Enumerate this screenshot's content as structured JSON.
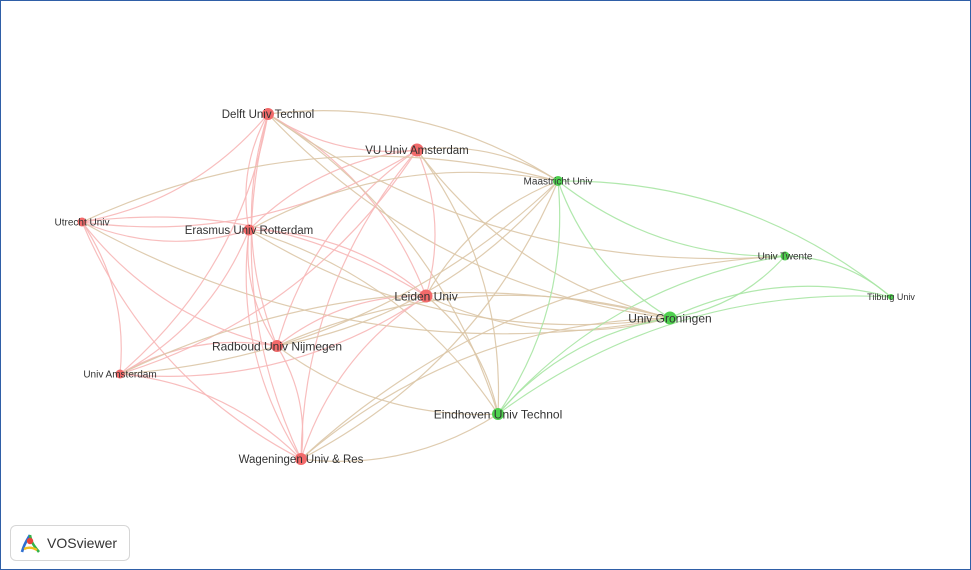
{
  "brand": {
    "name": "VOSviewer",
    "icon": "vosviewer-logo-icon"
  },
  "colors": {
    "cluster_red": "#f26a6a",
    "cluster_green": "#4fd04f",
    "edge_red": "#f7b7b7",
    "edge_green": "#a9e6a4",
    "edge_mixed": "#dcc7a7",
    "border": "#2f5fa7"
  },
  "network": {
    "nodes": [
      {
        "id": "delft",
        "label": "Delft Univ Technol",
        "cluster": "red"
      },
      {
        "id": "vu",
        "label": "VU Univ Amsterdam",
        "cluster": "red"
      },
      {
        "id": "utrecht",
        "label": "Utrecht Univ",
        "cluster": "red"
      },
      {
        "id": "erasmus",
        "label": "Erasmus Univ Rotterdam",
        "cluster": "red"
      },
      {
        "id": "leiden",
        "label": "Leiden Univ",
        "cluster": "red"
      },
      {
        "id": "radboud",
        "label": "Radboud Univ Nijmegen",
        "cluster": "red"
      },
      {
        "id": "uva",
        "label": "Univ Amsterdam",
        "cluster": "red"
      },
      {
        "id": "wageningen",
        "label": "Wageningen Univ & Res",
        "cluster": "red"
      },
      {
        "id": "maastricht",
        "label": "Maastricht Univ",
        "cluster": "green"
      },
      {
        "id": "twente",
        "label": "Univ Twente",
        "cluster": "green"
      },
      {
        "id": "tilburg",
        "label": "Tilburg Univ",
        "cluster": "green"
      },
      {
        "id": "groningen",
        "label": "Univ Groningen",
        "cluster": "green"
      },
      {
        "id": "eindhoven",
        "label": "Eindhoven Univ Technol",
        "cluster": "green"
      }
    ],
    "links": [
      [
        "delft",
        "vu"
      ],
      [
        "delft",
        "utrecht"
      ],
      [
        "delft",
        "erasmus"
      ],
      [
        "delft",
        "leiden"
      ],
      [
        "delft",
        "radboud"
      ],
      [
        "delft",
        "uva"
      ],
      [
        "delft",
        "wageningen"
      ],
      [
        "delft",
        "maastricht"
      ],
      [
        "delft",
        "groningen"
      ],
      [
        "delft",
        "eindhoven"
      ],
      [
        "delft",
        "twente"
      ],
      [
        "vu",
        "utrecht"
      ],
      [
        "vu",
        "erasmus"
      ],
      [
        "vu",
        "leiden"
      ],
      [
        "vu",
        "radboud"
      ],
      [
        "vu",
        "uva"
      ],
      [
        "vu",
        "wageningen"
      ],
      [
        "vu",
        "maastricht"
      ],
      [
        "vu",
        "groningen"
      ],
      [
        "vu",
        "eindhoven"
      ],
      [
        "utrecht",
        "erasmus"
      ],
      [
        "utrecht",
        "leiden"
      ],
      [
        "utrecht",
        "radboud"
      ],
      [
        "utrecht",
        "uva"
      ],
      [
        "utrecht",
        "wageningen"
      ],
      [
        "utrecht",
        "maastricht"
      ],
      [
        "utrecht",
        "groningen"
      ],
      [
        "erasmus",
        "leiden"
      ],
      [
        "erasmus",
        "radboud"
      ],
      [
        "erasmus",
        "uva"
      ],
      [
        "erasmus",
        "wageningen"
      ],
      [
        "erasmus",
        "maastricht"
      ],
      [
        "erasmus",
        "groningen"
      ],
      [
        "erasmus",
        "eindhoven"
      ],
      [
        "leiden",
        "radboud"
      ],
      [
        "leiden",
        "uva"
      ],
      [
        "leiden",
        "wageningen"
      ],
      [
        "leiden",
        "maastricht"
      ],
      [
        "leiden",
        "groningen"
      ],
      [
        "leiden",
        "eindhoven"
      ],
      [
        "radboud",
        "uva"
      ],
      [
        "radboud",
        "wageningen"
      ],
      [
        "radboud",
        "maastricht"
      ],
      [
        "radboud",
        "groningen"
      ],
      [
        "radboud",
        "eindhoven"
      ],
      [
        "uva",
        "wageningen"
      ],
      [
        "uva",
        "maastricht"
      ],
      [
        "uva",
        "groningen"
      ],
      [
        "wageningen",
        "maastricht"
      ],
      [
        "wageningen",
        "groningen"
      ],
      [
        "wageningen",
        "eindhoven"
      ],
      [
        "wageningen",
        "twente"
      ],
      [
        "maastricht",
        "groningen"
      ],
      [
        "maastricht",
        "eindhoven"
      ],
      [
        "maastricht",
        "twente"
      ],
      [
        "maastricht",
        "tilburg"
      ],
      [
        "groningen",
        "twente"
      ],
      [
        "groningen",
        "tilburg"
      ],
      [
        "groningen",
        "eindhoven"
      ],
      [
        "twente",
        "tilburg"
      ],
      [
        "twente",
        "eindhoven"
      ],
      [
        "eindhoven",
        "tilburg"
      ]
    ]
  }
}
